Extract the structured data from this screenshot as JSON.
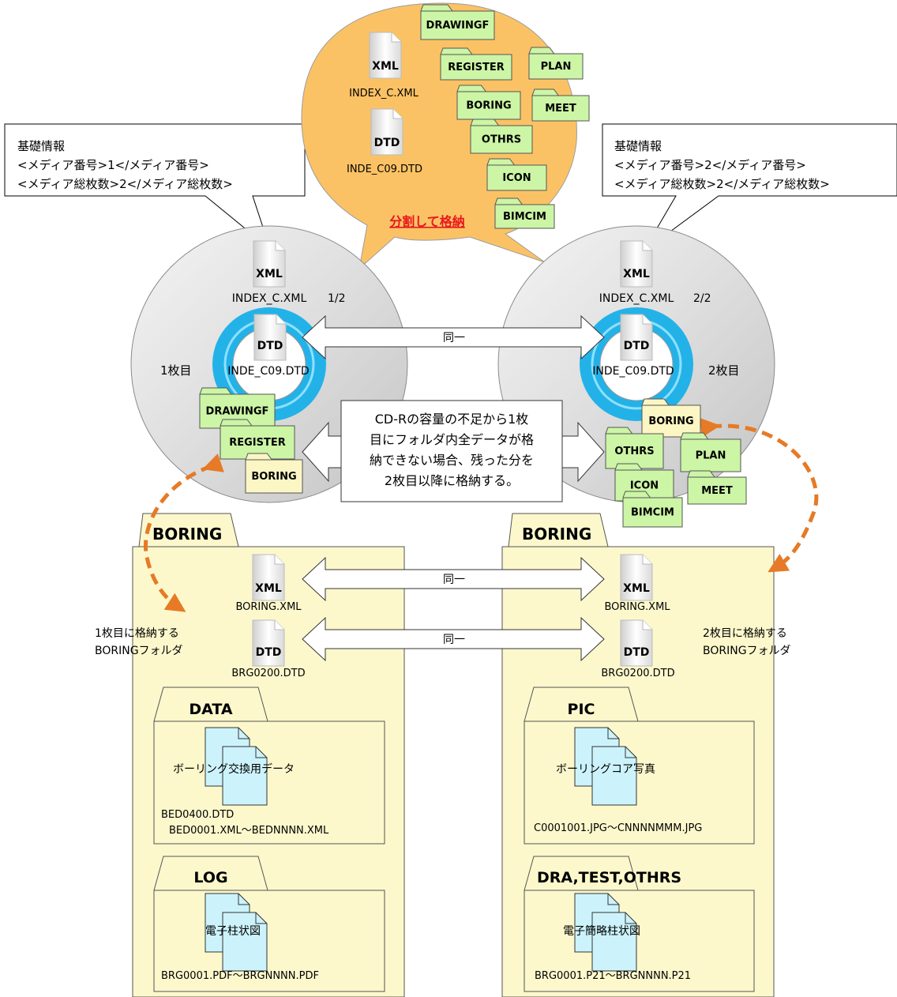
{
  "speech": {
    "left": {
      "line1": "基礎情報",
      "line2": "<メディア番号>1</メディア番号>",
      "line3": "<メディア総枚数>2</メディア総枚数>"
    },
    "right": {
      "line1": "基礎情報",
      "line2": "<メディア番号>2</メディア番号>",
      "line3": "<メディア総枚数>2</メディア総枚数>"
    }
  },
  "bubble": {
    "xml_icon": "XML",
    "xml_file": "INDEX_C.XML",
    "dtd_icon": "DTD",
    "dtd_file": "INDE_C09.DTD",
    "split_label": "分割して格納",
    "folders": [
      "DRAWINGF",
      "REGISTER",
      "PLAN",
      "BORING",
      "MEET",
      "OTHRS",
      "ICON",
      "BIMCIM"
    ]
  },
  "disc1": {
    "xml_icon": "XML",
    "xml_file": "INDEX_C.XML",
    "fraction": "1/2",
    "dtd_icon": "DTD",
    "dtd_file": "INDE_C09.DTD",
    "label": "1枚目",
    "folders": [
      "DRAWINGF",
      "REGISTER",
      "BORING"
    ]
  },
  "disc2": {
    "xml_icon": "XML",
    "xml_file": "INDEX_C.XML",
    "fraction": "2/2",
    "dtd_icon": "DTD",
    "dtd_file": "INDE_C09.DTD",
    "label": "2枚目",
    "folders": [
      "BORING",
      "OTHRS",
      "PLAN",
      "ICON",
      "MEET",
      "BIMCIM"
    ]
  },
  "same_label": "同一",
  "note": {
    "line1": "CD-Rの容量の不足から1枚",
    "line2": "目にフォルダ内全データが格",
    "line3": "納できない場合、残った分を",
    "line4": "2枚目以降に格納する。"
  },
  "boring1": {
    "title": "BORING",
    "xml_icon": "XML",
    "xml_file": "BORING.XML",
    "dtd_icon": "DTD",
    "dtd_file": "BRG0200.DTD",
    "caption1": "1枚目に格納する",
    "caption2": "BORINGフォルダ",
    "sub1": {
      "title": "DATA",
      "doc": "ボーリング交換用データ",
      "file1": "BED0400.DTD",
      "file2": "BED0001.XML～BEDNNNN.XML"
    },
    "sub2": {
      "title": "LOG",
      "doc": "電子柱状図",
      "file1": "BRG0001.PDF～BRGNNNN.PDF"
    }
  },
  "boring2": {
    "title": "BORING",
    "xml_icon": "XML",
    "xml_file": "BORING.XML",
    "dtd_icon": "DTD",
    "dtd_file": "BRG0200.DTD",
    "caption1": "2枚目に格納する",
    "caption2": "BORINGフォルダ",
    "sub1": {
      "title": "PIC",
      "doc": "ボーリングコア写真",
      "file1": "C0001001.JPG～CNNNNMMM.JPG"
    },
    "sub2": {
      "title": "DRA,TEST,OTHRS",
      "doc": "電子簡略柱状図",
      "file1": "BRG0001.P21～BRGNNNN.P21"
    }
  },
  "colors": {
    "bubble": "#fbc265",
    "folder_green": "#ccf5a6",
    "folder_yellow": "#fbf6c4",
    "folder_big": "#fcf8cc",
    "disc": "#dcdcdc",
    "disc_ring": "#22b2e8",
    "doc_blue": "#ccf3fb",
    "arrow_orange": "#e67a26",
    "split_red": "#e8171d"
  }
}
